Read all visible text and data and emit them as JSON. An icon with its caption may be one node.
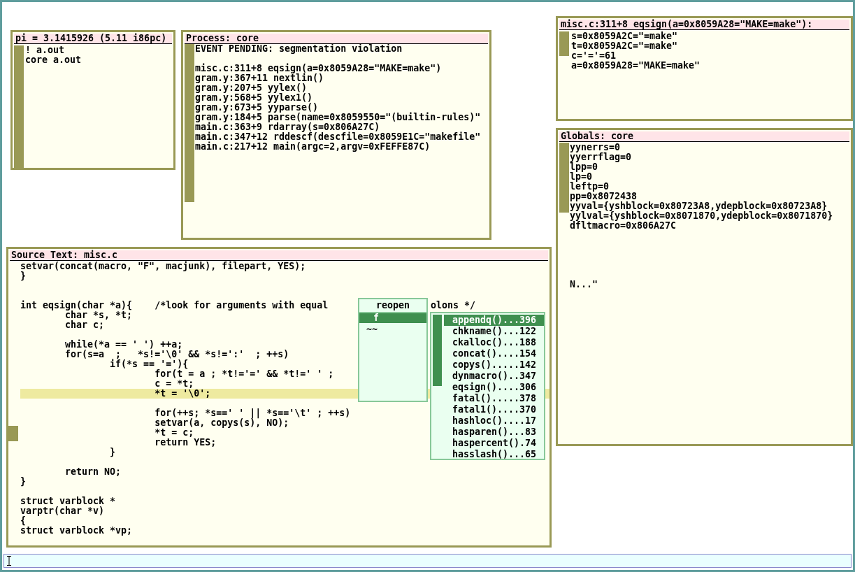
{
  "diagram": {
    "nodes": [
      {
        "text": [
          "pi = 3.1415926 (5.11 i86pc)",
          "! a.out",
          "core a.out"
        ]
      },
      {
        "text": [
          "misc.c:311+8 eqsign(a=0x8059A28=\"MAKE=make\"):",
          "s=0x8059A2C=\"=make\"",
          "t=0x8059A2C=\"=make\"",
          "c='='=61",
          "a=0x8059A28=\"MAKE=make\""
        ]
      },
      {
        "text": [
          "Process: core",
          "EVENT PENDING: segmentation violation",
          "misc.c:311+8 eqsign(a=0x8059A28=\"MAKE=make\")",
          "gram.y:367+11 nextlin()",
          "gram.y:207+5 yylex()",
          "gram.y:568+5 yylex1()",
          "gram.y:673+5 yyparse()",
          "gram.y:184+5 parse(name=0x8059550=\"(builtin-rules)\"",
          "main.c:363+9 rdarray(s=0x806A27C)",
          "main.c:347+12 rddescf(descfile=0x8059E1C=\"makefile\"",
          "main.c:217+12 main(argc=2,argv=0xFEFFE87C)"
        ]
      },
      {
        "text": [
          "Globals: core",
          "yynerrs=0",
          "yyerrflag=0",
          "lpp=0",
          "lp=0",
          "leftp=0",
          "pp=0x8072438",
          "yyval={yshblock=0x80723A8,ydepblock=0x80723A8}",
          "yylval={yshblock=0x8071870,ydepblock=0x8071870}",
          "dfltmacro=0x806A27C",
          "N...\""
        ]
      },
      {
        "text": [
          "Source Text: misc.c",
          "setvar(concat(macro, \"F\", macjunk), filepart, YES);",
          "}",
          "int eqsign(char *a){    /*look for arguments with equal",
          "        char *s, *t;",
          "        char c;",
          "        while(*a == ' ') ++a;",
          "        for(s=a  ;   *s!='\\0' && *s!=':'  ; ++s)",
          "                if(*s == '='){",
          "                        for(t = a ; *t!='=' && *t!=' ' ;",
          "                        c = *t;",
          "                        *t = '\\0';",
          "                        for(++s; *s==' ' || *s=='\\t' ; ++s)",
          "                        setvar(a, copys(s), NO);",
          "                        *t = c;",
          "                        return YES;",
          "                }",
          "        return NO;",
          "}",
          "struct varblock *",
          "varptr(char *v)",
          "{",
          "struct varblock *vp;"
        ]
      },
      {
        "text": [
          "reopen",
          "f",
          "~~"
        ],
        "in": 4
      },
      {
        "text": [
          "appendq()...396",
          "chkname()...122",
          "ckalloc()...188",
          "concat()....154",
          "copys().....142",
          "dynmacro()..347",
          "eqsign()....306",
          "fatal().....378",
          "fatal1()....370",
          "hashloc()....17",
          "hasparen()...83",
          "haspercent().74",
          "hasslash()...65"
        ],
        "in": 4
      },
      {
        "text": [],
        "shape": "box"
      }
    ],
    "labels": [
      "olons */"
    ]
  }
}
